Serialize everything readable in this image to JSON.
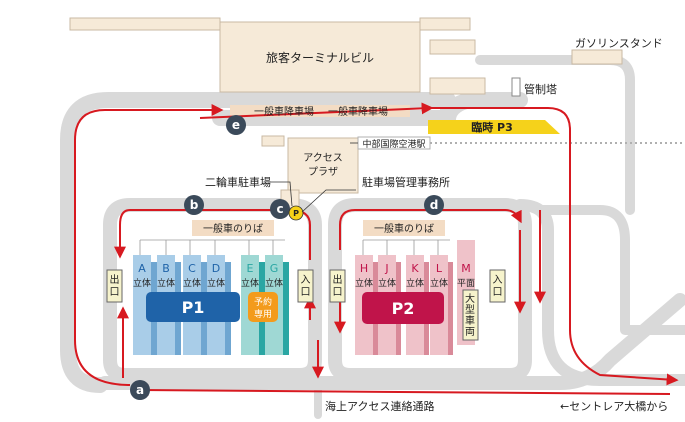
{
  "colors": {
    "road": "#d9d9d9",
    "road_edge": "#b8b8b8",
    "building": "#f6ead8",
    "building_edge": "#c9b9a3",
    "arrow": "#d71920",
    "p1": "#1f63a8",
    "p1_light": "#a9cde8",
    "p1_teal": "#2aa6a3",
    "p1_teal_light": "#9fd8d4",
    "p2": "#c0144a",
    "p2_light": "#efc2c9",
    "accent_yellow": "#f5d21b",
    "reserve": "#f39b1c",
    "lane_sign": "#f3dcc4",
    "marker": "#3b4a5a",
    "badge_yellow": "#f7d117"
  },
  "terminal": {
    "label": "旅客ターミナルビル"
  },
  "gas_station": {
    "label": "ガソリンスタンド"
  },
  "tower": {
    "label": "管制塔"
  },
  "drop_off": {
    "left": "一般車降車場",
    "right": "一般車降車場"
  },
  "temporary_p3": {
    "label": "臨時 P3"
  },
  "station": {
    "label": "中部国際空港駅"
  },
  "access_plaza": {
    "line1": "アクセス",
    "line2": "プラザ"
  },
  "motorcycle": {
    "label": "二輪車駐車場"
  },
  "office": {
    "label": "駐車場管理事務所"
  },
  "pickup": {
    "p1": "一般車のりば",
    "p2": "一般車のりば"
  },
  "p1": {
    "name": "P1",
    "exit": "出口",
    "entrance": "入口",
    "reserve": [
      "予約",
      "専用"
    ],
    "blocks": [
      {
        "letter": "A",
        "type": "立体"
      },
      {
        "letter": "B",
        "type": "立体"
      },
      {
        "letter": "C",
        "type": "立体"
      },
      {
        "letter": "D",
        "type": "立体"
      },
      {
        "letter": "E",
        "type": "立体"
      },
      {
        "letter": "G",
        "type": "立体"
      }
    ]
  },
  "p2": {
    "name": "P2",
    "exit": "出口",
    "entrance": "入口",
    "large_vehicle": "大型車両",
    "blocks": [
      {
        "letter": "H",
        "type": "立体"
      },
      {
        "letter": "J",
        "type": "立体"
      },
      {
        "letter": "K",
        "type": "立体"
      },
      {
        "letter": "L",
        "type": "立体"
      },
      {
        "letter": "M",
        "type": "平面"
      }
    ]
  },
  "markers": {
    "a": "a",
    "b": "b",
    "c": "c",
    "d": "d",
    "e": "e",
    "p": "P"
  },
  "bottom": {
    "access_road": "海上アクセス連絡通路",
    "bridge": "←セントレア大橋から"
  }
}
